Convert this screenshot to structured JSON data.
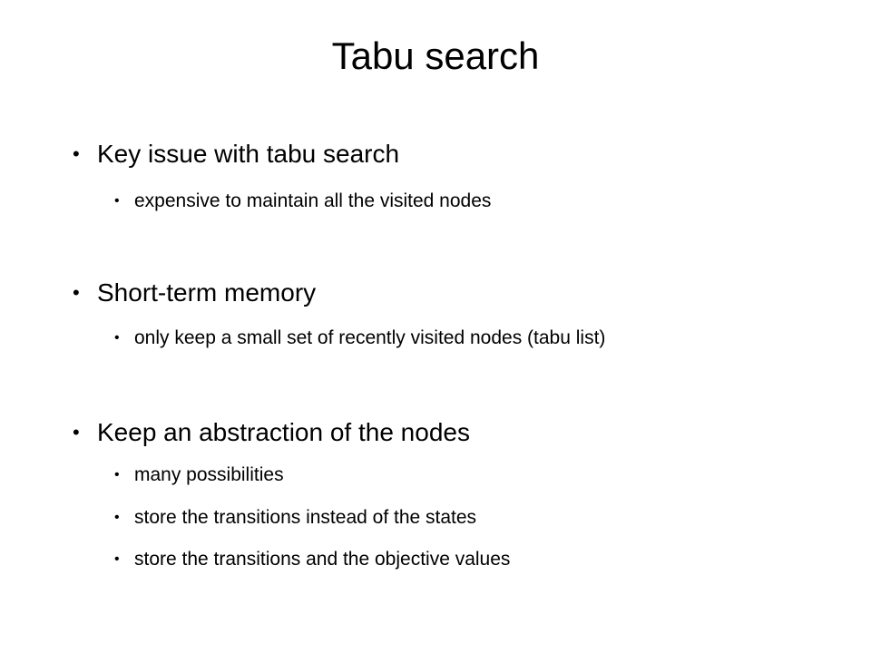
{
  "slide": {
    "title": "Tabu search",
    "bullet_glyph": "•",
    "sections": [
      {
        "heading": "Key issue with tabu search",
        "subitems": [
          "expensive to maintain all the visited nodes"
        ]
      },
      {
        "heading": "Short-term memory",
        "subitems": [
          "only keep a small set of recently visited nodes (tabu list)"
        ]
      },
      {
        "heading": "Keep an abstraction of the nodes",
        "subitems": [
          "many possibilities",
          "store the transitions instead of the states",
          "store the transitions and the objective values"
        ]
      }
    ]
  }
}
